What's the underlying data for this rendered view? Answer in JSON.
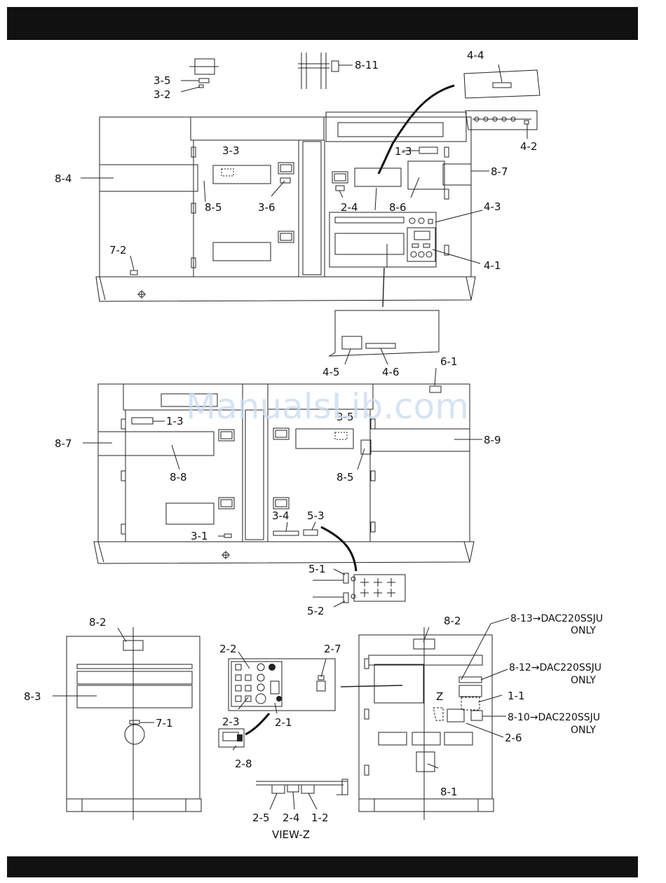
{
  "labels": {
    "l_3_5": "3-5",
    "l_3_2": "3-2",
    "l_8_11": "8-11",
    "l_4_4": "4-4",
    "l_4_2": "4-2",
    "l_3_3": "3-3",
    "l_1_3a": "1-3",
    "l_8_4": "8-4",
    "l_8_5a": "8-5",
    "l_3_6": "3-6",
    "l_2_4a": "2-4",
    "l_8_6": "8-6",
    "l_8_7a": "8-7",
    "l_4_3": "4-3",
    "l_7_2": "7-2",
    "l_4_1": "4-1",
    "l_4_5": "4-5",
    "l_4_6": "4-6",
    "l_6_1": "6-1",
    "l_1_3b": "1-3",
    "l_3_5b": "3-5",
    "l_8_7b": "8-7",
    "l_8_9": "8-9",
    "l_8_8": "8-8",
    "l_8_5b": "8-5",
    "l_3_4": "3-4",
    "l_5_3": "5-3",
    "l_3_1": "3-1",
    "l_5_1": "5-1",
    "l_5_2": "5-2",
    "l_8_2a": "8-2",
    "l_8_2b": "8-2",
    "l_8_3": "8-3",
    "l_7_1": "7-1",
    "l_2_2": "2-2",
    "l_2_7": "2-7",
    "l_2_3": "2-3",
    "l_2_1": "2-1",
    "l_2_8": "2-8",
    "l_z": "Z",
    "l_1_1": "1-1",
    "l_2_6": "2-6",
    "l_8_1": "8-1",
    "l_2_5": "2-5",
    "l_2_4b": "2-4",
    "l_1_2": "1-2"
  },
  "notes": {
    "n_8_13": "8-13→DAC220SSJU",
    "n_8_13_only": "ONLY",
    "n_8_12": "8-12→DAC220SSJU",
    "n_8_12_only": "ONLY",
    "n_8_10": "8-10→DAC220SSJU",
    "n_8_10_only": "ONLY"
  },
  "view_title": "VIEW-Z",
  "watermark": "ManualsLib.com"
}
